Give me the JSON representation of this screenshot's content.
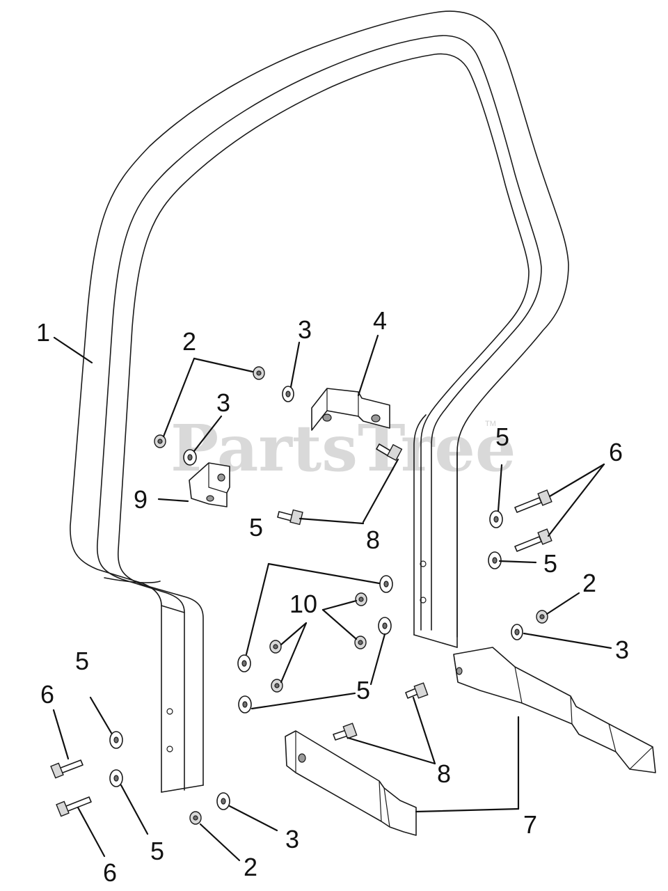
{
  "diagram": {
    "watermark": "PartsTree",
    "watermark_mark": "TM",
    "callouts": [
      {
        "id": "c1",
        "label": "1"
      },
      {
        "id": "c2a",
        "label": "2"
      },
      {
        "id": "c3a",
        "label": "3"
      },
      {
        "id": "c4",
        "label": "4"
      },
      {
        "id": "c3b",
        "label": "3"
      },
      {
        "id": "c9",
        "label": "9"
      },
      {
        "id": "c8a",
        "label": "8"
      },
      {
        "id": "c5a",
        "label": "5"
      },
      {
        "id": "c6a",
        "label": "6"
      },
      {
        "id": "c5b",
        "label": "5"
      },
      {
        "id": "c5c",
        "label": "5"
      },
      {
        "id": "c2b",
        "label": "2"
      },
      {
        "id": "c3c",
        "label": "3"
      },
      {
        "id": "c10",
        "label": "10"
      },
      {
        "id": "c5d",
        "label": "5"
      },
      {
        "id": "c5e",
        "label": "5"
      },
      {
        "id": "c6b",
        "label": "6"
      },
      {
        "id": "c8b",
        "label": "8"
      },
      {
        "id": "c7",
        "label": "7"
      },
      {
        "id": "c5f",
        "label": "5"
      },
      {
        "id": "c6c",
        "label": "6"
      },
      {
        "id": "c3d",
        "label": "3"
      },
      {
        "id": "c2c",
        "label": "2"
      }
    ]
  }
}
